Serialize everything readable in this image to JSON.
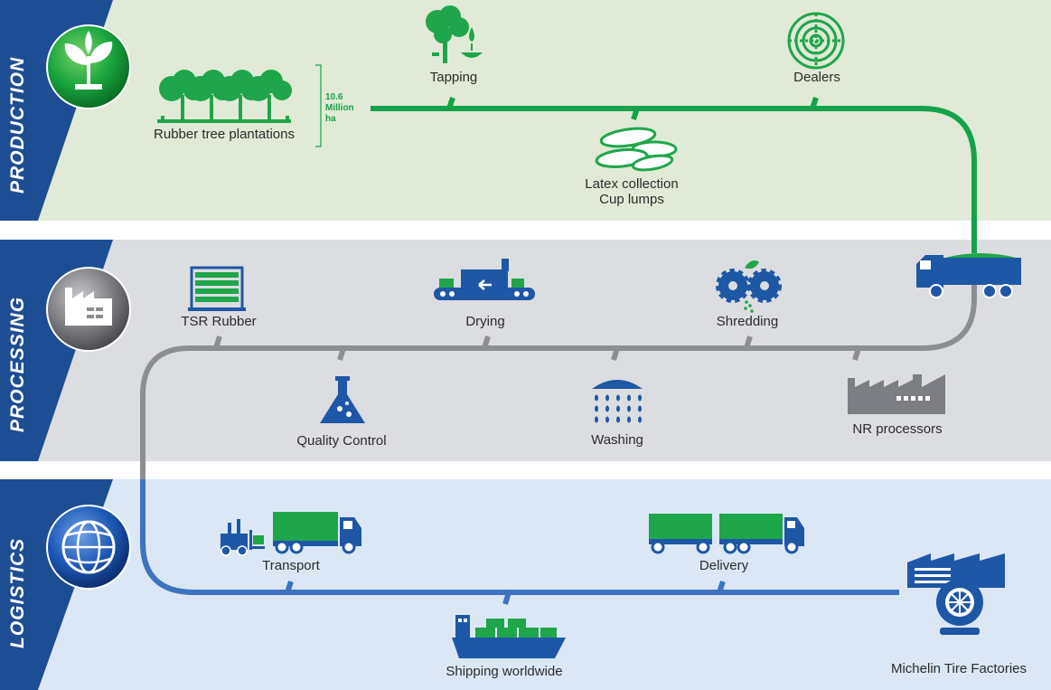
{
  "sections": {
    "production": "PRODUCTION",
    "processing": "PROCESSING",
    "logistics": "LOGISTICS"
  },
  "production": {
    "plantations": "Rubber tree plantations",
    "area_value": "10.6",
    "area_unit1": "Million",
    "area_unit2": "ha",
    "tapping": "Tapping",
    "dealers": "Dealers",
    "latex_line1": "Latex collection",
    "latex_line2": "Cup lumps"
  },
  "processing": {
    "tsr": "TSR Rubber",
    "drying": "Drying",
    "shredding": "Shredding",
    "quality": "Quality Control",
    "washing": "Washing",
    "nr": "NR processors"
  },
  "logistics": {
    "transport": "Transport",
    "delivery": "Delivery",
    "shipping": "Shipping worldwide",
    "factories": "Michelin Tire Factories"
  },
  "colors": {
    "green": "#14a34a",
    "blue": "#1e57a5",
    "gray_line": "#8c8e94",
    "production_bg": "#e0ead6",
    "processing_bg": "#dcdde0",
    "logistics_bg": "#dbe7f5"
  },
  "icons": [
    "plant-icon",
    "factory-icon",
    "globe-icon",
    "tree-icon",
    "droplet-icon",
    "coil-icon",
    "leaf-icon",
    "crate-icon",
    "conveyor-icon",
    "gears-icon",
    "truck-icon",
    "flask-icon",
    "shower-icon",
    "forklift-icon",
    "ship-icon",
    "tire-factory-icon"
  ]
}
